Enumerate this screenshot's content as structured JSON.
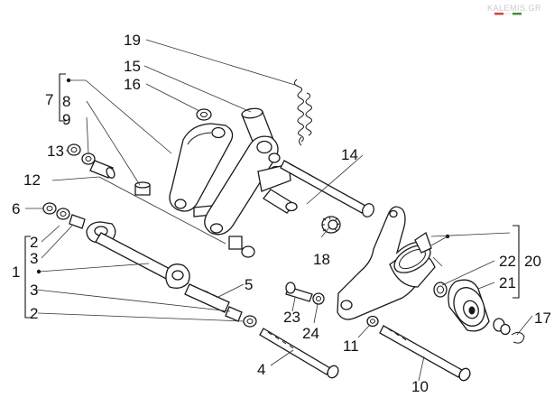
{
  "watermark": {
    "text": "KALEMIS.GR",
    "flag_colors": [
      "#d9413a",
      "#f1f1f1",
      "#4a8a3e"
    ]
  },
  "callouts": [
    {
      "id": "c19",
      "label": "19"
    },
    {
      "id": "c15",
      "label": "15"
    },
    {
      "id": "c16",
      "label": "16"
    },
    {
      "id": "c7",
      "label": "7"
    },
    {
      "id": "c8",
      "label": "8"
    },
    {
      "id": "c9",
      "label": "9"
    },
    {
      "id": "c13",
      "label": "13"
    },
    {
      "id": "c12",
      "label": "12"
    },
    {
      "id": "c14",
      "label": "14"
    },
    {
      "id": "c6",
      "label": "6"
    },
    {
      "id": "c2a",
      "label": "2"
    },
    {
      "id": "c3a",
      "label": "3"
    },
    {
      "id": "c1",
      "label": "1"
    },
    {
      "id": "c3b",
      "label": "3"
    },
    {
      "id": "c2b",
      "label": "2"
    },
    {
      "id": "c18",
      "label": "18"
    },
    {
      "id": "c5",
      "label": "5"
    },
    {
      "id": "c22",
      "label": "22"
    },
    {
      "id": "c20",
      "label": "20"
    },
    {
      "id": "c21",
      "label": "21"
    },
    {
      "id": "c23",
      "label": "23"
    },
    {
      "id": "c24",
      "label": "24"
    },
    {
      "id": "c17",
      "label": "17"
    },
    {
      "id": "c11",
      "label": "11"
    },
    {
      "id": "c4",
      "label": "4"
    },
    {
      "id": "c10",
      "label": "10"
    }
  ]
}
